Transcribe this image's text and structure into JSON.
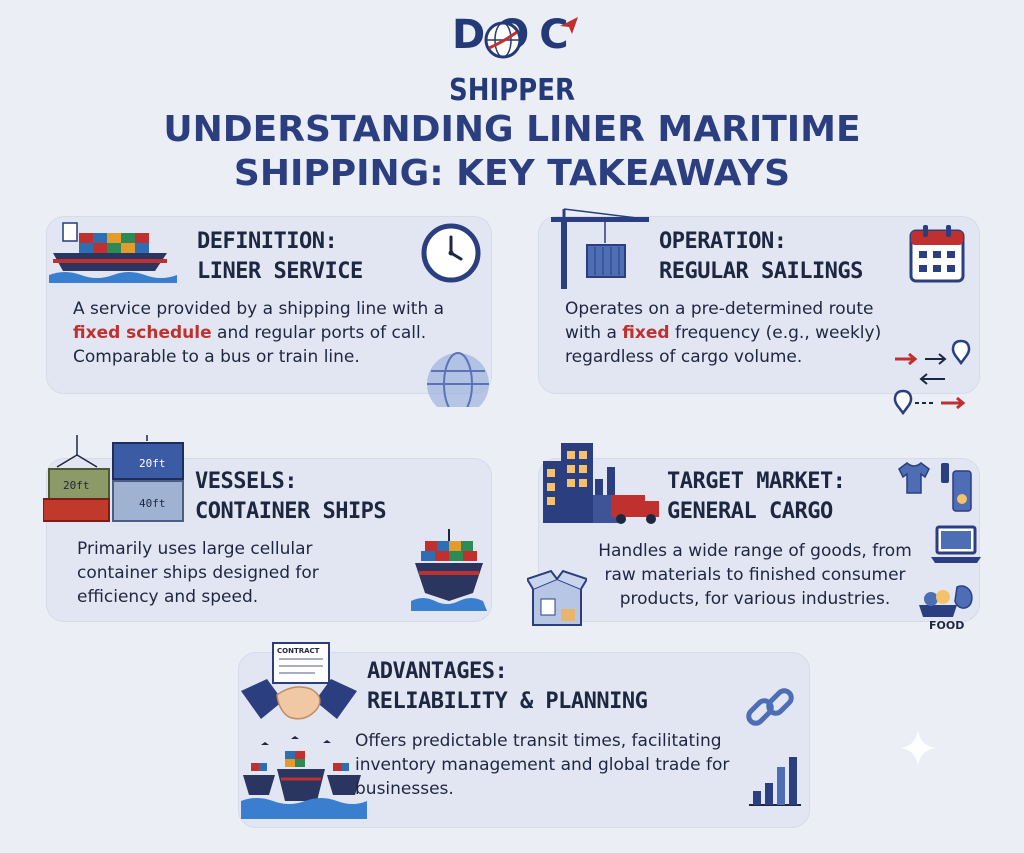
{
  "logo": {
    "doc": "DOC",
    "shipper": "SHIPPER"
  },
  "title": {
    "line1": "UNDERSTANDING LINER MARITIME",
    "line2": "SHIPPING: KEY TAKEAWAYS"
  },
  "cards": {
    "definition": {
      "title_line1": "DEFINITION:",
      "title_line2": "LINER SERVICE",
      "text_before": "A service provided by a shipping line with a ",
      "text_highlight": "fixed schedule",
      "text_after": " and regular ports of call. Comparable to a bus or train line."
    },
    "operation": {
      "title_line1": "OPERATION:",
      "title_line2": "REGULAR SAILINGS",
      "text_before": "Operates on a pre-determined route with a ",
      "text_highlight": "fixed",
      "text_after": " frequency (e.g., weekly) regardless of cargo volume."
    },
    "vessels": {
      "title_line1": "VESSELS:",
      "title_line2": "CONTAINER SHIPS",
      "text": "Primarily uses large cellular container ships designed for efficiency and speed.",
      "container1": "20ft",
      "container2": "20ft",
      "container3": "40ft"
    },
    "target": {
      "title_line1": "TARGET MARKET:",
      "title_line2": "GENERAL CARGO",
      "text": "Handles a wide range of goods, from raw materials to finished consumer products, for various industries.",
      "food": "FOOD"
    },
    "advantages": {
      "title_line1": "ADVANTAGES:",
      "title_line2": "RELIABILITY & PLANNING",
      "text": "Offers predictable transit times, facilitating inventory management and global trade for businesses.",
      "contract": "CONTRACT"
    }
  },
  "colors": {
    "navy": "#243a78",
    "accent_red": "#c0302f",
    "card_bg": "#e2e6f2",
    "page_bg": "#eceef5"
  }
}
